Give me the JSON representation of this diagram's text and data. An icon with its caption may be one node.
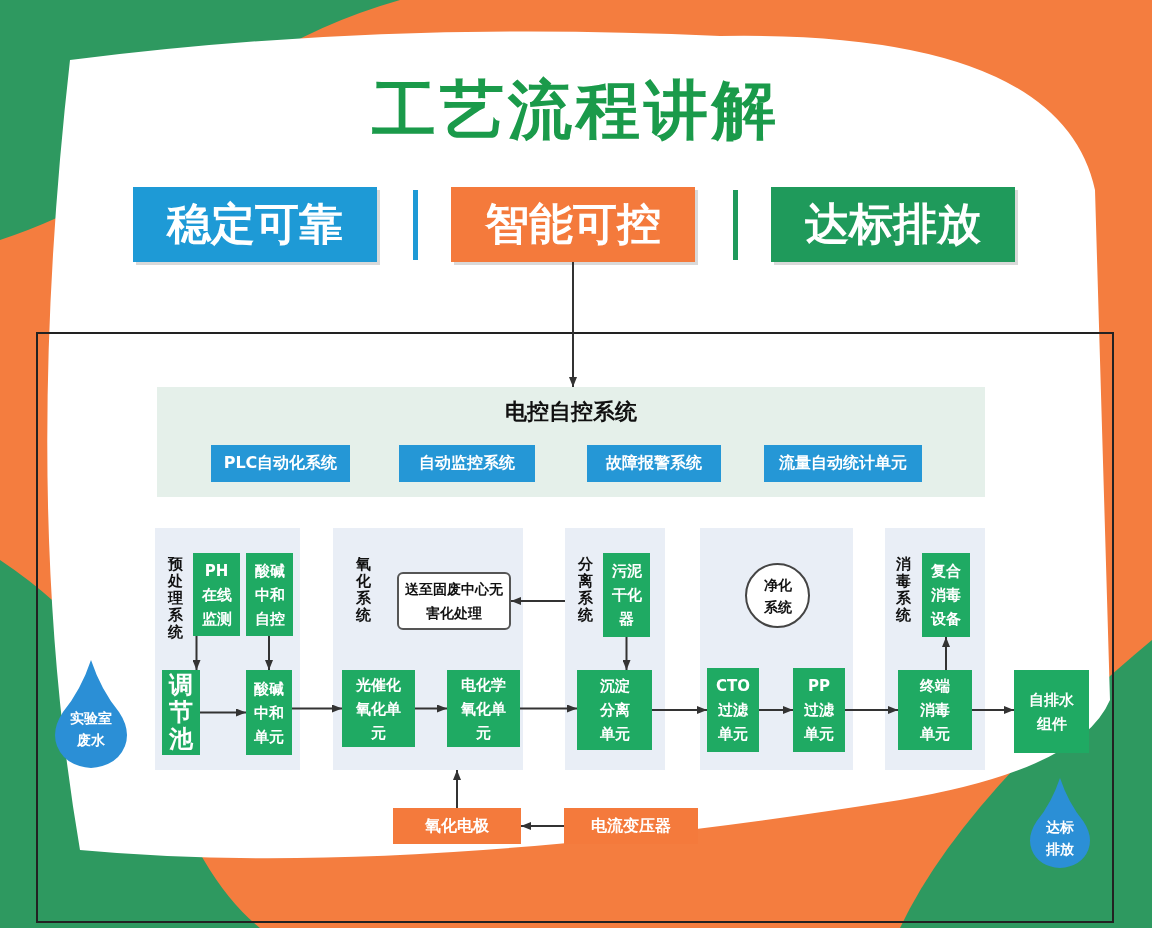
{
  "diagram": {
    "title": "工艺流程讲解",
    "nodes": [
      {
        "text": [
          "稳定可靠"
        ]
      },
      {
        "text": [
          "智能可控"
        ]
      },
      {
        "text": [
          "达标排放"
        ]
      },
      {
        "text": [
          "电控自控系统"
        ]
      },
      {
        "text": [
          "PLC自动化系统"
        ],
        "in": 3
      },
      {
        "text": [
          "自动监控系统"
        ],
        "in": 3
      },
      {
        "text": [
          "故障报警系统"
        ],
        "in": 3
      },
      {
        "text": [
          "流量自动统计单元"
        ],
        "in": 3
      },
      {
        "text": [
          "实验室废水"
        ]
      },
      {
        "text": [
          "预处理系统"
        ]
      },
      {
        "text": [
          "PH在线监测"
        ],
        "in": 9
      },
      {
        "text": [
          "酸碱中和自控"
        ],
        "in": 9
      },
      {
        "text": [
          "调节池"
        ],
        "in": 9
      },
      {
        "text": [
          "酸碱中和单元"
        ],
        "in": 9
      },
      {
        "text": [
          "氧化系统"
        ]
      },
      {
        "text": [
          "送至固废中心无害化处理"
        ],
        "in": 14
      },
      {
        "text": [
          "光催化氧化单元"
        ],
        "in": 14
      },
      {
        "text": [
          "电化学氧化单元"
        ],
        "in": 14
      },
      {
        "text": [
          "分离系统"
        ]
      },
      {
        "text": [
          "污泥干化器"
        ],
        "in": 18
      },
      {
        "text": [
          "沉淀分离单元"
        ],
        "in": 18
      },
      {
        "text": [],
        "shape": "box"
      },
      {
        "text": [
          "净化系统"
        ],
        "in": 21
      },
      {
        "text": [
          "CTO过滤单元"
        ],
        "in": 21
      },
      {
        "text": [
          "PP过滤单元"
        ],
        "in": 21
      },
      {
        "text": [
          "消毒系统"
        ]
      },
      {
        "text": [
          "复合消毒设备"
        ],
        "in": 25
      },
      {
        "text": [
          "终端消毒单元"
        ],
        "in": 25
      },
      {
        "text": [
          "自排水组件"
        ]
      },
      {
        "text": [
          "达标排放"
        ]
      },
      {
        "text": [
          "氧化电极"
        ]
      },
      {
        "text": [
          "电流变压器"
        ]
      }
    ],
    "edges": [
      {
        "from": 1,
        "to": 3,
        "arrow": "to"
      },
      {
        "from": 10,
        "to": 12,
        "arrow": "to"
      },
      {
        "from": 11,
        "to": 13,
        "arrow": "to"
      },
      {
        "from": 12,
        "to": 13,
        "arrow": "to"
      },
      {
        "from": 13,
        "to": 16,
        "arrow": "to"
      },
      {
        "from": 16,
        "to": 17,
        "arrow": "to"
      },
      {
        "from": 17,
        "to": 20,
        "arrow": "to"
      },
      {
        "from": 18,
        "to": 15,
        "arrow": "to"
      },
      {
        "from": 19,
        "to": 20,
        "arrow": "to"
      },
      {
        "from": 20,
        "to": 23,
        "arrow": "to"
      },
      {
        "from": 23,
        "to": 24,
        "arrow": "to"
      },
      {
        "from": 24,
        "to": 27,
        "arrow": "to"
      },
      {
        "from": 27,
        "to": 26,
        "arrow": "to"
      },
      {
        "from": 27,
        "to": 28,
        "arrow": "to"
      },
      {
        "from": 31,
        "to": 30,
        "arrow": "to"
      },
      {
        "from": 30,
        "to": 14,
        "arrow": "to"
      }
    ]
  }
}
